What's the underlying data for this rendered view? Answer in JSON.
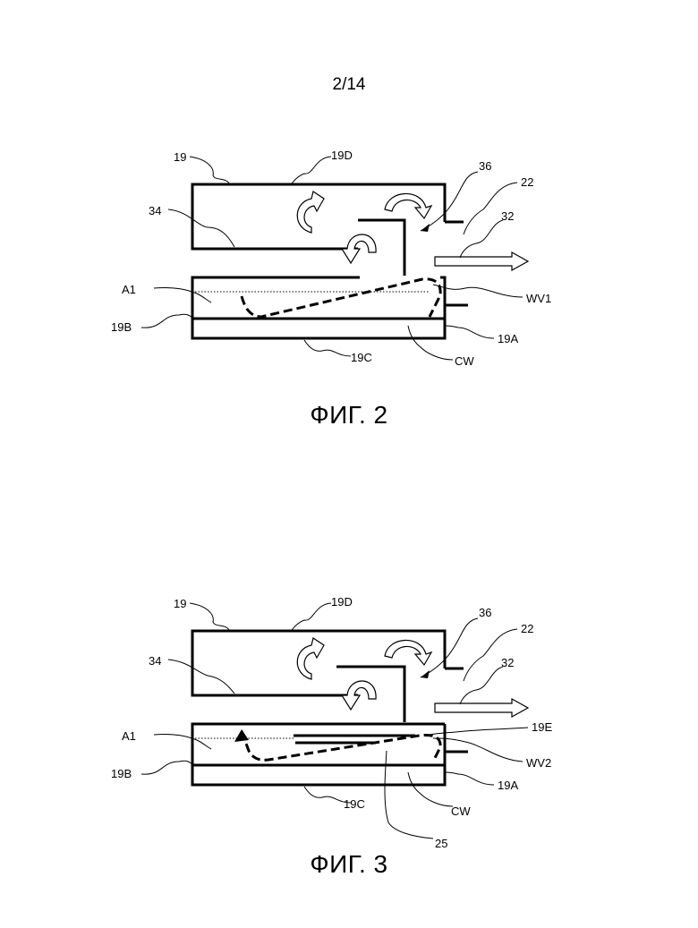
{
  "page_number": "2/14",
  "figures": [
    {
      "caption": "ФИГ. 2",
      "labels": {
        "l19": "19",
        "l19D": "19D",
        "l36": "36",
        "l22": "22",
        "l34": "34",
        "l32": "32",
        "lA1": "A1",
        "lWV": "WV1",
        "l19B": "19B",
        "l19A": "19A",
        "l19C": "19C",
        "lCW": "CW"
      }
    },
    {
      "caption": "ФИГ. 3",
      "labels": {
        "l19": "19",
        "l19D": "19D",
        "l36": "36",
        "l22": "22",
        "l34": "34",
        "l32": "32",
        "l19E": "19E",
        "lA1": "A1",
        "lWV": "WV2",
        "l19B": "19B",
        "l19A": "19A",
        "l19C": "19C",
        "lCW": "CW",
        "l25": "25"
      }
    }
  ],
  "icons": [
    "curved-arrow-icon",
    "flow-arrow-icon"
  ]
}
